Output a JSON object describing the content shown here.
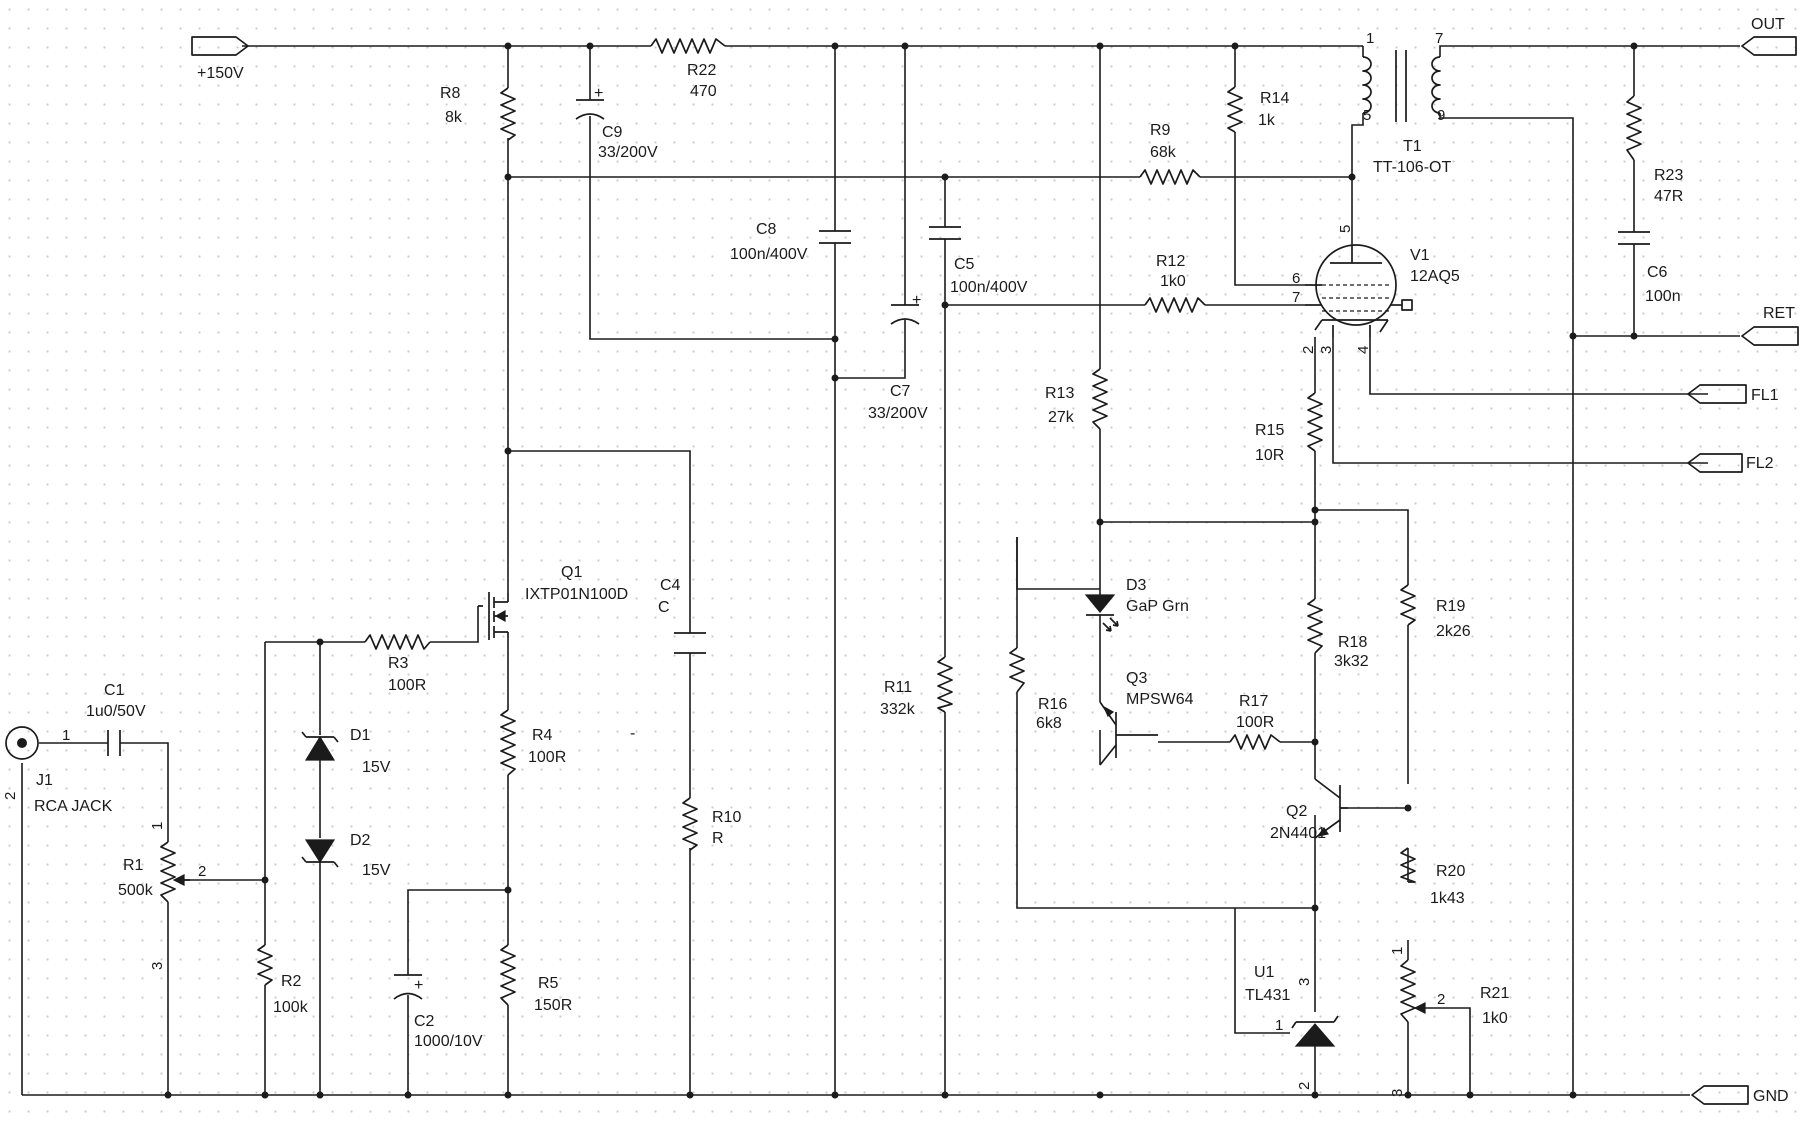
{
  "nets": {
    "supply": "+150V",
    "out": "OUT",
    "ret": "RET",
    "fl1": "FL1",
    "fl2": "FL2",
    "gnd": "GND"
  },
  "parts": {
    "J1": {
      "ref": "J1",
      "value": "RCA JACK",
      "pin1": "1",
      "pin2": "2"
    },
    "C1": {
      "ref": "C1",
      "value": "1u0/50V"
    },
    "R1": {
      "ref": "R1",
      "value": "500k",
      "pin1": "1",
      "pin2": "2",
      "pin3": "3"
    },
    "R2": {
      "ref": "R2",
      "value": "100k"
    },
    "D1": {
      "ref": "D1",
      "value": "15V"
    },
    "D2": {
      "ref": "D2",
      "value": "15V"
    },
    "R3": {
      "ref": "R3",
      "value": "100R"
    },
    "C2": {
      "ref": "C2",
      "value": "1000/10V",
      "pol": "+"
    },
    "R4": {
      "ref": "R4",
      "value": "100R"
    },
    "R5": {
      "ref": "R5",
      "value": "150R"
    },
    "Q1": {
      "ref": "Q1",
      "value": "IXTP01N100D"
    },
    "R8": {
      "ref": "R8",
      "value": "8k"
    },
    "C9": {
      "ref": "C9",
      "value": "33/200V",
      "pol": "+"
    },
    "R22": {
      "ref": "R22",
      "value": "470"
    },
    "C4": {
      "ref": "C4",
      "value": "C",
      "extra": "-"
    },
    "R10": {
      "ref": "R10",
      "value": "R"
    },
    "C8": {
      "ref": "C8",
      "value": "100n/400V"
    },
    "C7": {
      "ref": "C7",
      "value": "33/200V",
      "pol": "+"
    },
    "C5": {
      "ref": "C5",
      "value": "100n/400V"
    },
    "R11": {
      "ref": "R11",
      "value": "332k"
    },
    "R9": {
      "ref": "R9",
      "value": "68k"
    },
    "R12": {
      "ref": "R12",
      "value": "1k0"
    },
    "R13": {
      "ref": "R13",
      "value": "27k"
    },
    "R14": {
      "ref": "R14",
      "value": "1k"
    },
    "T1": {
      "ref": "T1",
      "value": "TT-106-OT",
      "p1": "1",
      "p5": "5",
      "p7": "7",
      "p9": "9"
    },
    "V1": {
      "ref": "V1",
      "value": "12AQ5",
      "p2": "2",
      "p3": "3",
      "p4": "4",
      "p5": "5",
      "p6": "6",
      "p7": "7"
    },
    "R15": {
      "ref": "R15",
      "value": "10R"
    },
    "R16": {
      "ref": "R16",
      "value": "6k8"
    },
    "D3": {
      "ref": "D3",
      "value": "GaP Grn"
    },
    "Q3": {
      "ref": "Q3",
      "value": "MPSW64"
    },
    "R17": {
      "ref": "R17",
      "value": "100R"
    },
    "R18": {
      "ref": "R18",
      "value": "3k32"
    },
    "Q2": {
      "ref": "Q2",
      "value": "2N4401"
    },
    "U1": {
      "ref": "U1",
      "value": "TL431",
      "p1": "1",
      "p2": "2",
      "p3": "3"
    },
    "R19": {
      "ref": "R19",
      "value": "2k26"
    },
    "R20": {
      "ref": "R20",
      "value": "1k43"
    },
    "R21": {
      "ref": "R21",
      "value": "1k0",
      "pin1": "1",
      "pin2": "2",
      "pin3": "3"
    },
    "R23": {
      "ref": "R23",
      "value": "47R"
    },
    "C6": {
      "ref": "C6",
      "value": "100n"
    }
  }
}
